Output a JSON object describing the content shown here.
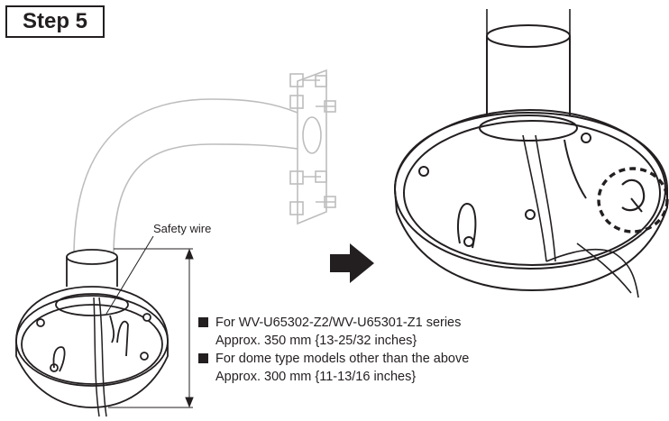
{
  "step": {
    "title": "Step 5"
  },
  "labels": {
    "safety_wire": "Safety wire"
  },
  "notes": [
    {
      "heading": "For WV-U65302-Z2/WV-U65301-Z1 series",
      "detail": "Approx. 350 mm {13-25/32 inches}"
    },
    {
      "heading": "For dome type models other than the above",
      "detail": "Approx. 300 mm {11-13/16 inches}"
    }
  ],
  "icons": {
    "arrow": "right-arrow-icon",
    "bullet": "square-bullet-icon"
  }
}
